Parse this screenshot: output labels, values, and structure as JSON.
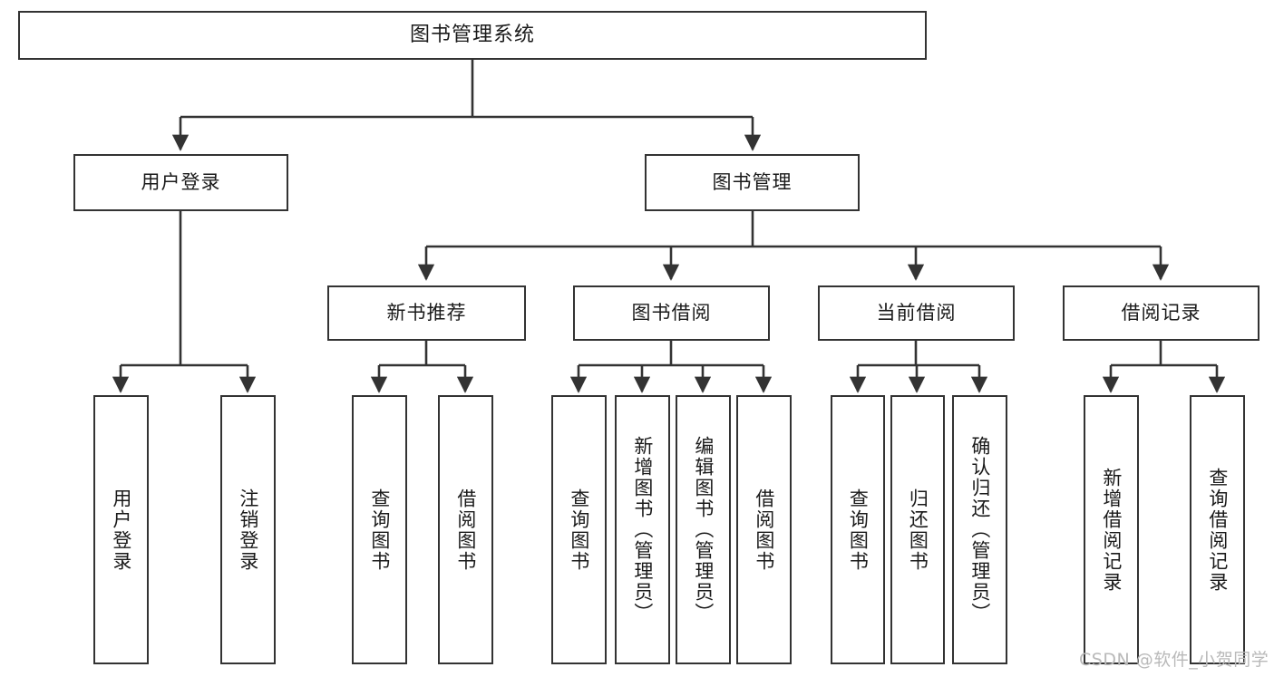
{
  "diagram": {
    "title": "图书管理系统",
    "type": "tree",
    "watermark": "CSDN @软件_小贺同学",
    "colors": {
      "node_border": "#333333",
      "node_fill": "#ffffff",
      "edge": "#333333",
      "text": "#1a1a1a",
      "watermark": "#b9b9b9",
      "background": "#ffffff"
    },
    "nodes": {
      "root": {
        "label": "图书管理系统"
      },
      "level2": [
        {
          "id": "user_login",
          "label": "用户登录"
        },
        {
          "id": "book_manage",
          "label": "图书管理"
        }
      ],
      "level3": [
        {
          "id": "new_book_rec",
          "label": "新书推荐"
        },
        {
          "id": "book_borrow",
          "label": "图书借阅"
        },
        {
          "id": "current_borrow",
          "label": "当前借阅"
        },
        {
          "id": "borrow_record",
          "label": "借阅记录"
        }
      ],
      "leaves": [
        {
          "id": "leaf_user_login",
          "label": "用户登录",
          "parent": "user_login"
        },
        {
          "id": "leaf_user_logout",
          "label": "注销登录",
          "parent": "user_login"
        },
        {
          "id": "leaf_query_book_1",
          "label": "查询图书",
          "parent": "new_book_rec"
        },
        {
          "id": "leaf_borrow_book_1",
          "label": "借阅图书",
          "parent": "new_book_rec"
        },
        {
          "id": "leaf_query_book_2",
          "label": "查询图书",
          "parent": "book_borrow"
        },
        {
          "id": "leaf_add_book",
          "label": "新增图书（管理员）",
          "parent": "book_borrow"
        },
        {
          "id": "leaf_edit_book",
          "label": "编辑图书（管理员）",
          "parent": "book_borrow"
        },
        {
          "id": "leaf_borrow_book_2",
          "label": "借阅图书",
          "parent": "book_borrow"
        },
        {
          "id": "leaf_query_book_3",
          "label": "查询图书",
          "parent": "current_borrow"
        },
        {
          "id": "leaf_return_book",
          "label": "归还图书",
          "parent": "current_borrow"
        },
        {
          "id": "leaf_confirm_return",
          "label": "确认归还（管理员）",
          "parent": "current_borrow"
        },
        {
          "id": "leaf_add_record",
          "label": "新增借阅记录",
          "parent": "borrow_record"
        },
        {
          "id": "leaf_query_record",
          "label": "查询借阅记录",
          "parent": "borrow_record"
        }
      ]
    }
  }
}
